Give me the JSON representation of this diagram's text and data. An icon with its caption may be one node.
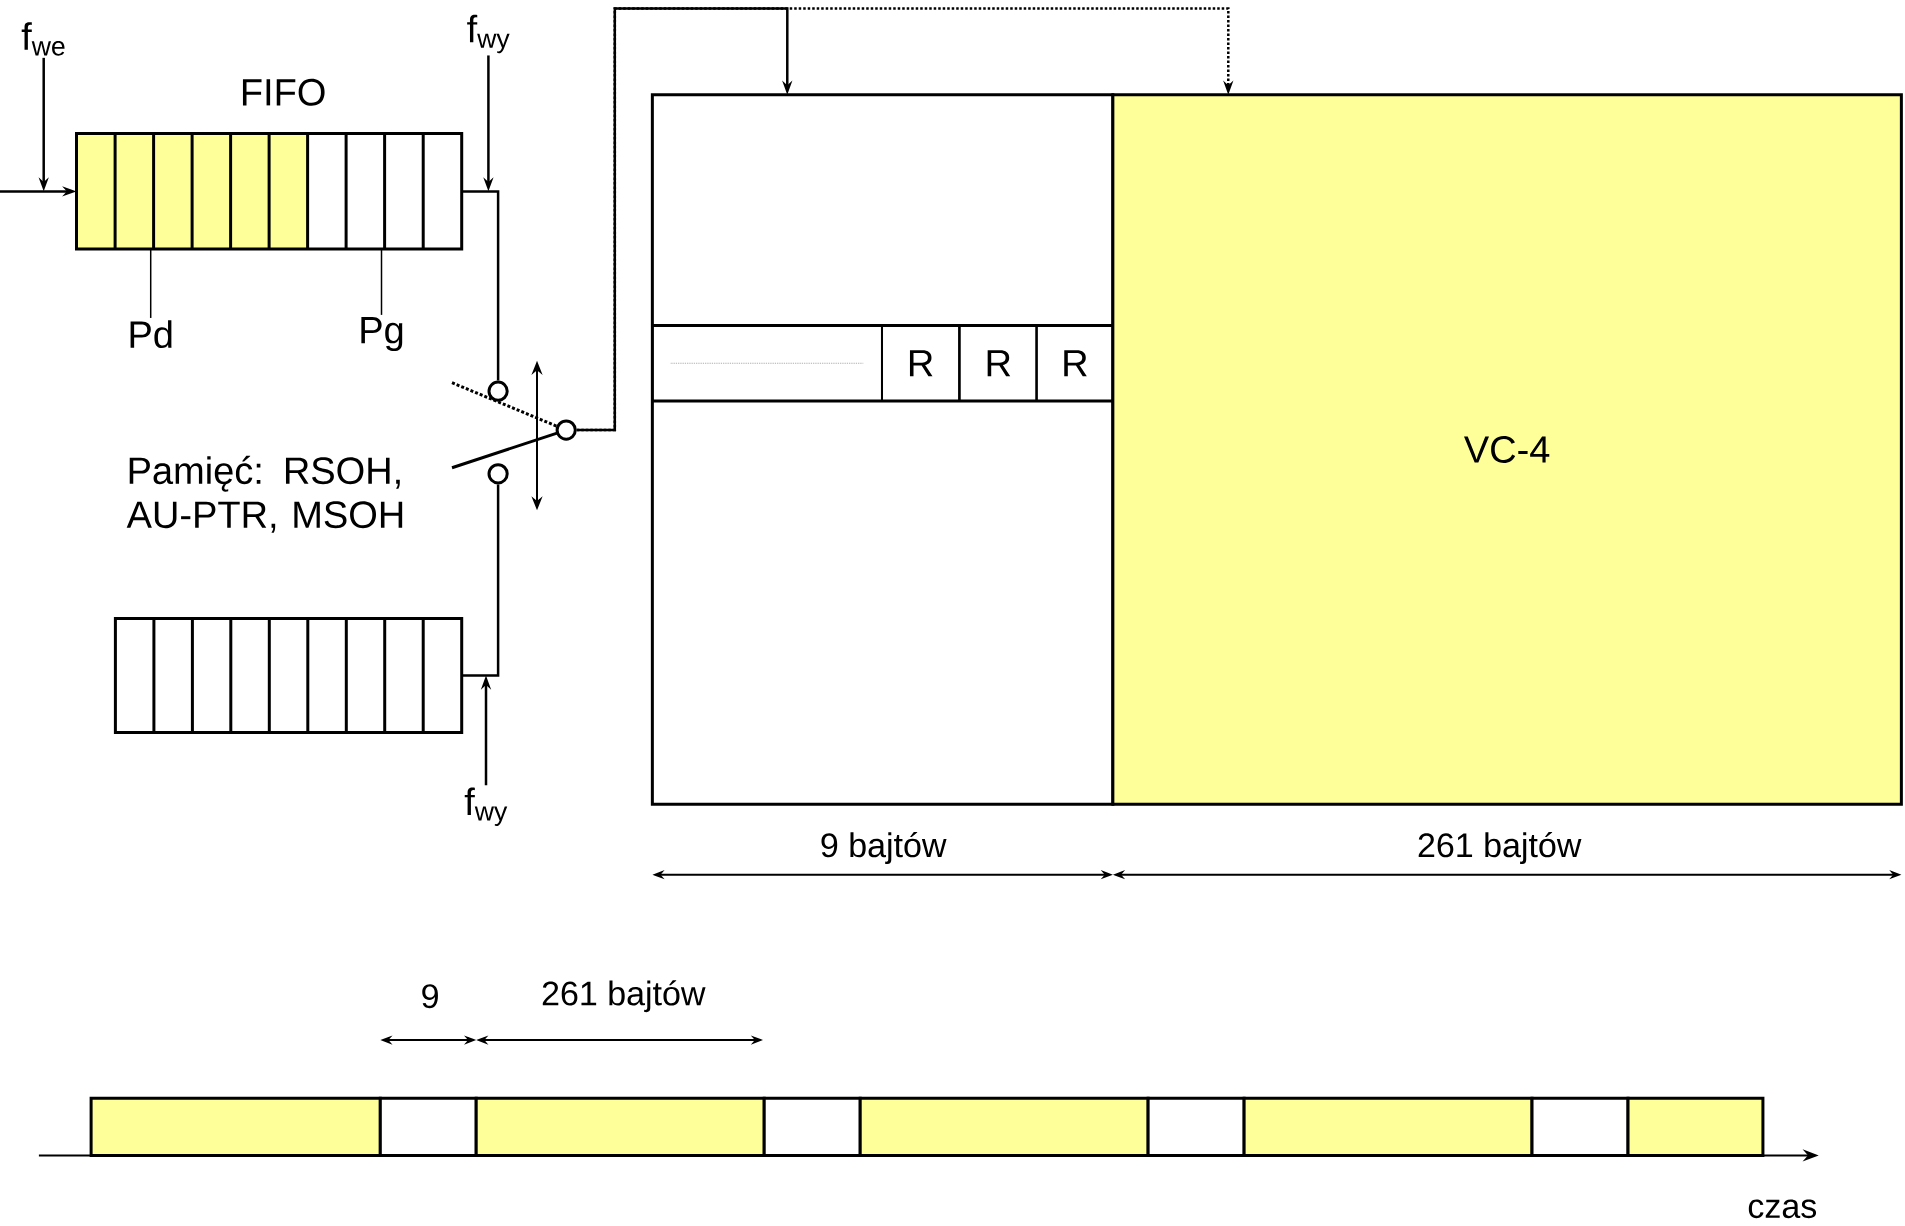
{
  "diagram": {
    "nodes": [
      {
        "text": [
          "f$_{we}$"
        ]
      },
      {
        "text": [
          "FIFO"
        ]
      },
      {
        "text": [
          "f$_{wy}$"
        ]
      },
      {
        "text": [
          "Pd"
        ]
      },
      {
        "text": [
          "Pg"
        ]
      },
      {
        "text": [],
        "shape": "circle"
      },
      {
        "text": [],
        "shape": "circle"
      },
      {
        "text": [],
        "shape": "circle"
      },
      {
        "text": [
          "Pamięć: RSOH, AU-PTR, MSOH"
        ]
      },
      {
        "text": [
          "f$_{wy}$"
        ]
      },
      {
        "text": [],
        "shape": "box"
      },
      {
        "text": [],
        "shape": "box",
        "in": 10
      },
      {
        "text": [
          "R"
        ],
        "in": 10
      },
      {
        "text": [
          "R"
        ],
        "in": 10
      },
      {
        "text": [
          "R"
        ],
        "in": 10
      },
      {
        "text": [
          "VC-4"
        ]
      }
    ],
    "edges": [
      {
        "from": null,
        "to": 1,
        "arrow": "to"
      },
      {
        "from": 0,
        "to": null,
        "arrow": "to"
      },
      {
        "from": 2,
        "to": null,
        "arrow": "to"
      },
      {
        "from": 3,
        "to": 1,
        "arrow": "none"
      },
      {
        "from": 4,
        "to": 1,
        "arrow": "none"
      },
      {
        "from": 1,
        "to": 5,
        "arrow": "none"
      },
      {
        "from": 8,
        "to": 7,
        "arrow": "none"
      },
      {
        "from": 9,
        "to": 8,
        "arrow": "to"
      },
      {
        "from": 6,
        "to": 15,
        "arrow": "to",
        "style": "dashed"
      },
      {
        "from": 6,
        "to": 10,
        "arrow": "to"
      }
    ],
    "labels": [
      "9 bajtów",
      "261 bajtów",
      "9",
      "261 bajtów",
      "czas"
    ]
  }
}
